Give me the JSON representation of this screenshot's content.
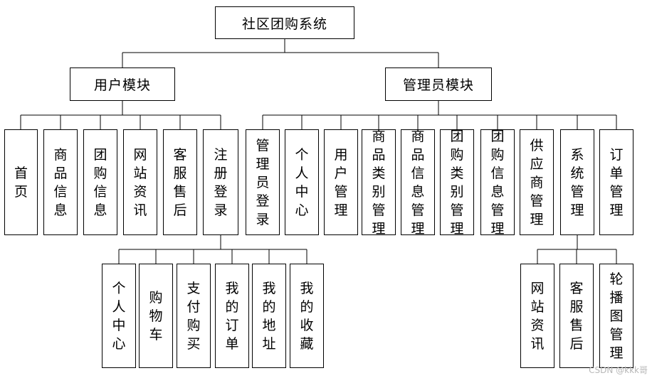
{
  "root": {
    "label": "社区团购系统"
  },
  "user_module": {
    "label": "用户模块",
    "children": [
      "首页",
      "商品信息",
      "团购信息",
      "网站资讯",
      "客服售后",
      "注册登录"
    ],
    "register_children": [
      "个人中心",
      "购物车",
      "支付购买",
      "我的订单",
      "我的地址",
      "我的收藏"
    ]
  },
  "admin_module": {
    "label": "管理员模块",
    "children": [
      "管理员登录",
      "个人中心",
      "用户管理",
      "商品类别管理",
      "商品信息管理",
      "团购类别管理",
      "团购信息管理",
      "供应商管理",
      "系统管理",
      "订单管理"
    ],
    "system_children": [
      "网站资讯",
      "客服售后",
      "轮播图管理"
    ]
  },
  "watermark": "CSDN @kkk哥"
}
